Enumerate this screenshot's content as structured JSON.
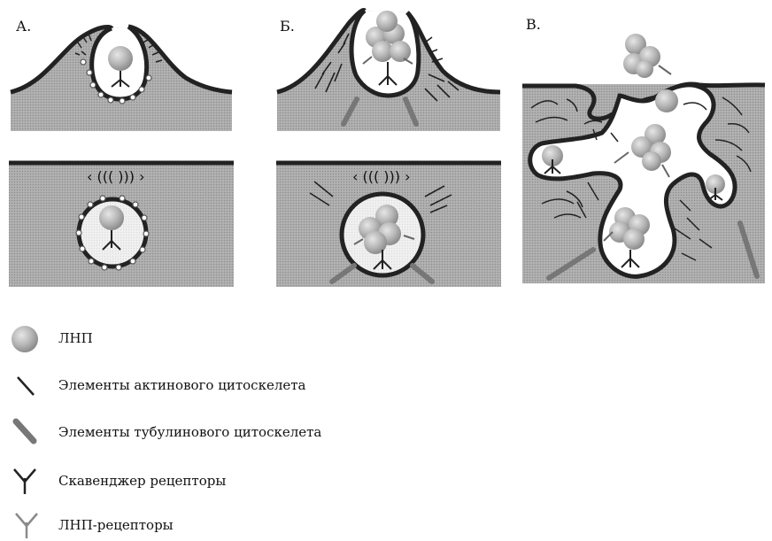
{
  "panels": [
    {
      "label": "А."
    },
    {
      "label": "Б."
    },
    {
      "label": "В."
    }
  ],
  "legend": [
    {
      "icon": "ldl-particle-icon",
      "text": "ЛНП"
    },
    {
      "icon": "actin-filament-icon",
      "text": "Элементы актинового цитоскелета"
    },
    {
      "icon": "tubulin-element-icon",
      "text": "Элементы тубулинового цитоскелета"
    },
    {
      "icon": "scavenger-receptor-icon",
      "text": "Скавенджер рецепторы"
    },
    {
      "icon": "ldl-receptor-icon",
      "text": "ЛНП-рецепторы"
    }
  ],
  "colors": {
    "cytoplasm": "#a9a9a9",
    "membrane": "#222222",
    "ldl": "#b3b3b3",
    "tubulin": "#777777",
    "ldl_receptor": "#8a8a8a"
  }
}
